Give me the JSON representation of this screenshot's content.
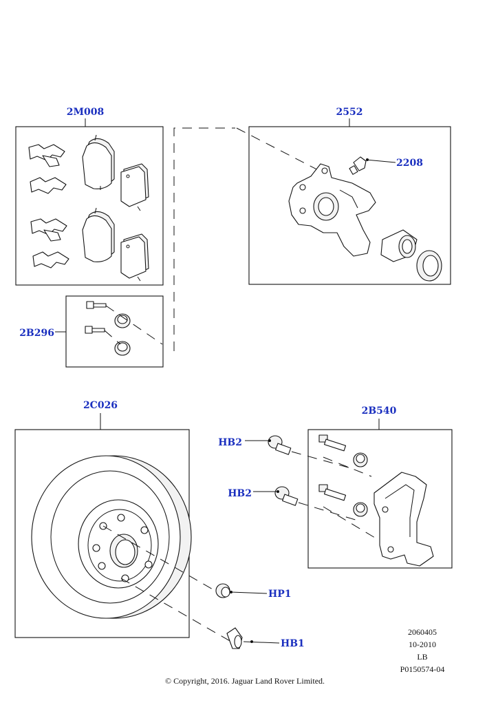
{
  "callouts": {
    "pad_kit": "2M008",
    "caliper": "2552",
    "bleed_screw": "2208",
    "bolt_kit": "2B296",
    "disc": "2C026",
    "carrier": "2B540",
    "bolt_upper": "HB2",
    "bolt_lower": "HB2",
    "plug": "HP1",
    "screw": "HB1"
  },
  "meta": {
    "line1": "2060405",
    "line2": "10-2010",
    "line3": "LB",
    "line4": "P0150574-04",
    "copyright": "© Copyright, 2016. Jaguar Land Rover Limited."
  },
  "colors": {
    "callout": "#1a2fbf",
    "line": "#111111"
  }
}
